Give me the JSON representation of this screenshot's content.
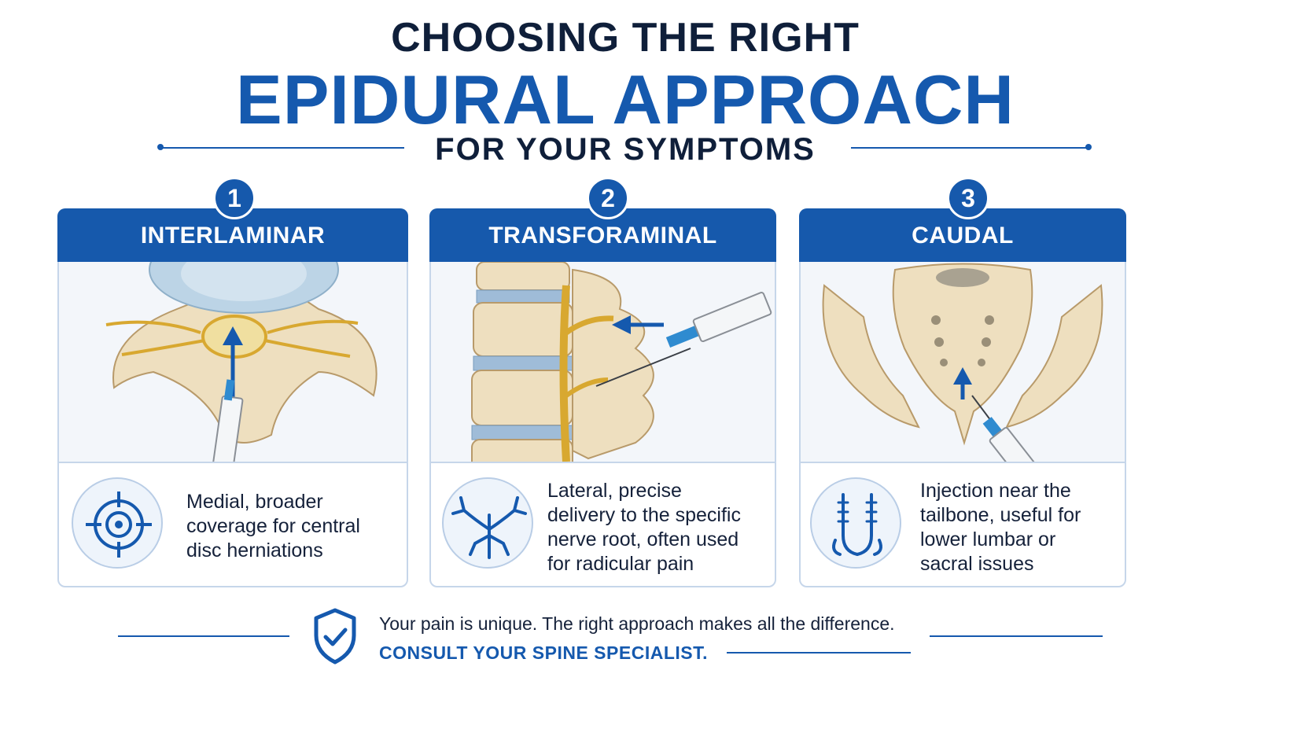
{
  "header": {
    "line1": "CHOOSING THE RIGHT",
    "line2": "EPIDURAL APPROACH",
    "line3": "FOR YOUR SYMPTOMS"
  },
  "cards": [
    {
      "number": "1",
      "title": "INTERLAMINAR",
      "icon": "target-icon",
      "description_lines": [
        "Medial, broader",
        "coverage for central",
        "disc herniations"
      ]
    },
    {
      "number": "2",
      "title": "TRANSFORAMINAL",
      "icon": "nerve-branch-icon",
      "description_lines": [
        "Lateral, precise",
        "delivery to the specific",
        "nerve root, often used",
        "for radicular pain"
      ]
    },
    {
      "number": "3",
      "title": "CAUDAL",
      "icon": "sacrum-icon",
      "description_lines": [
        "Injection near the",
        "tailbone, useful for",
        "lower lumbar or",
        "sacral issues"
      ]
    }
  ],
  "footer": {
    "icon": "shield-check-icon",
    "message": "Your pain is unique. The right approach makes all the difference.",
    "cta": "CONSULT YOUR SPINE SPECIALIST."
  },
  "colors": {
    "primary_blue": "#1559ae",
    "dark_navy": "#0f1f3a",
    "bone": "#eedfbf",
    "nerve": "#d8a830"
  }
}
